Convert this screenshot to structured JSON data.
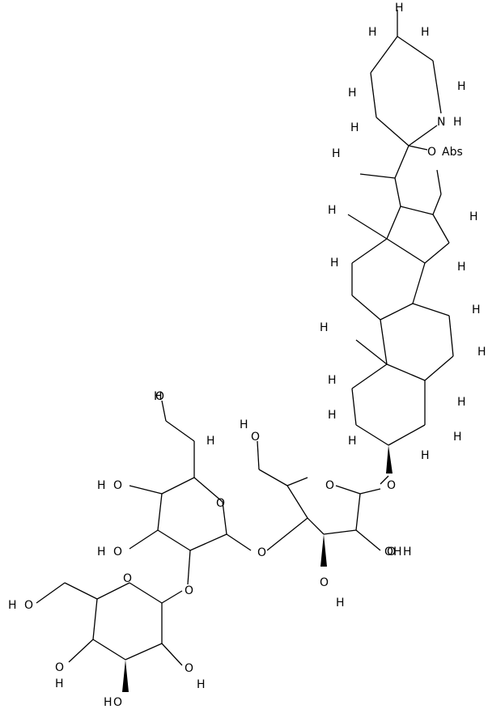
{
  "structure": {
    "atom_labels": {
      "nitrogen": "N",
      "oxygen": "O",
      "hydroxyl": "OH",
      "hydroxyl_left": "HO",
      "hydrogen": "H",
      "abs_flag": "Abs"
    },
    "description_visible": false
  }
}
